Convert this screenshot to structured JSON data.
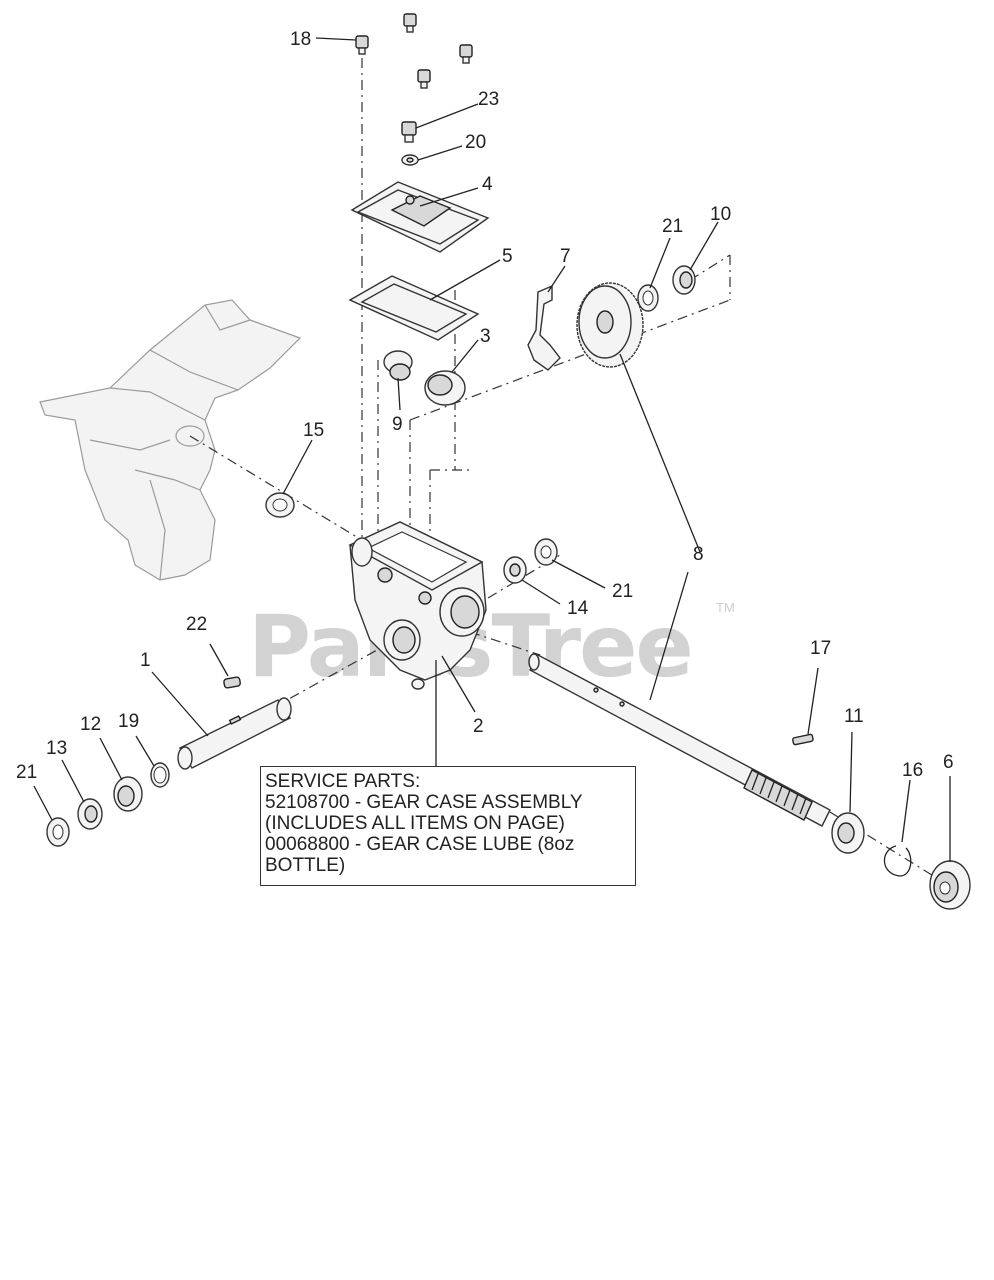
{
  "watermark": {
    "text": "PartsTree",
    "tm": "TM"
  },
  "callouts": {
    "c1": "1",
    "c2": "2",
    "c3": "3",
    "c4": "4",
    "c5": "5",
    "c6": "6",
    "c7": "7",
    "c8": "8",
    "c9": "9",
    "c10": "10",
    "c11": "11",
    "c12": "12",
    "c13": "13",
    "c14": "14",
    "c15": "15",
    "c16": "16",
    "c17": "17",
    "c18": "18",
    "c19": "19",
    "c20": "20",
    "c21a": "21",
    "c21b": "21",
    "c21c": "21",
    "c22": "22",
    "c23": "23"
  },
  "service_box": {
    "line1": "SERVICE PARTS:",
    "line2": "52108700 - GEAR CASE ASSEMBLY",
    "line3": "(INCLUDES ALL ITEMS ON PAGE)",
    "line4": "00068800 - GEAR CASE LUBE (8oz",
    "line5": "BOTTLE)"
  }
}
